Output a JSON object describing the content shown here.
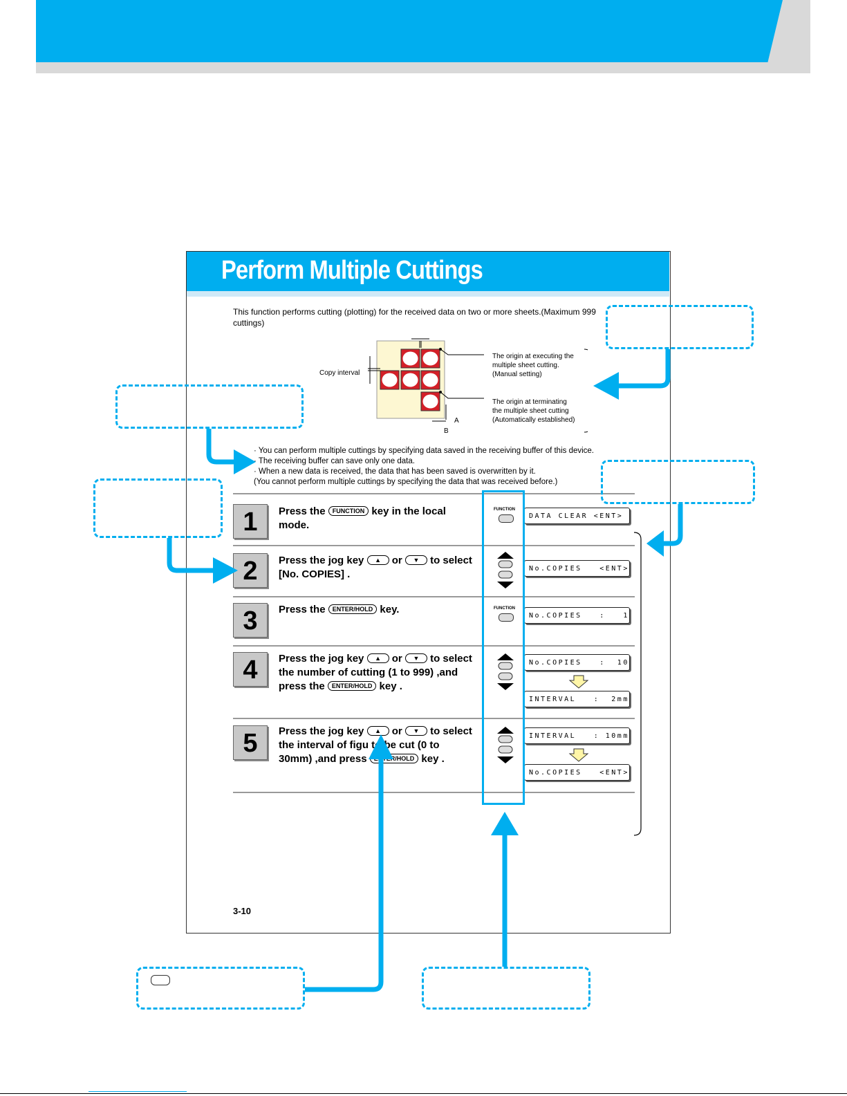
{
  "page": {
    "title": "Perform Multiple Cuttings",
    "intro": "This function performs cutting (plotting) for the received data on two or more sheets.(Maximum 999 cuttings)",
    "number": "3-10"
  },
  "figure": {
    "copy_interval_label": "Copy interval",
    "origin_start_lines": [
      "The origin at executing the",
      "multiple sheet cutting.",
      "(Manual setting)"
    ],
    "origin_end_lines": [
      "The origin at terminating",
      "the multiple sheet cutting",
      "(Automatically established)"
    ],
    "label_a": "A",
    "label_b": "B"
  },
  "bullets": [
    "·  You can perform multiple cuttings by specifying data saved in the receiving buffer of this device.",
    "·  The receiving buffer can save only one data.",
    "·  When a new data is received, the data that has been saved is overwritten by it.",
    "    (You cannot perform multiple cuttings by specifying the data that was received before.)"
  ],
  "steps": [
    {
      "num": "1",
      "l1a": "Press the ",
      "key": "FUNCTION",
      "l1b": " key in the local",
      "l2": "mode.",
      "lcd": [
        "DATA CLEAR <ENT>"
      ]
    },
    {
      "num": "2",
      "l1a": "Press the jog key ",
      "l1b": " or ",
      "l1c": " to select",
      "l2": "[No. COPIES]  .",
      "lcd": [
        "No.COPIES   <ENT>"
      ]
    },
    {
      "num": "3",
      "l1a": "Press the ",
      "key": "ENTER/HOLD",
      "l1b": " key.",
      "lcd": [
        "No.COPIES   :   1"
      ]
    },
    {
      "num": "4",
      "l1a": "Press the jog key ",
      "l1b": " or ",
      "l1c": " to select",
      "l2": "the number of cutting (1 to 999) ,and",
      "l3a": "press the ",
      "key": "ENTER/HOLD",
      "l3b": "  key .",
      "lcd": [
        "No.COPIES   :  10",
        "INTERVAL   :  2mm"
      ]
    },
    {
      "num": "5",
      "l1a": "Press the jog key ",
      "l1b": " or ",
      "l1c": " to select",
      "l2": "the interval of figu    to be cut (0 to",
      "l3a": "30mm) ,and press    ",
      "key": "ENTER/HOLD",
      "l3b": "  key .",
      "lcd": [
        "INTERVAL   : 10mm",
        "No.COPIES   <ENT>"
      ]
    }
  ],
  "panel": {
    "function_label": "FUNCTION"
  },
  "arrow_up": "▲",
  "arrow_down": "▼"
}
